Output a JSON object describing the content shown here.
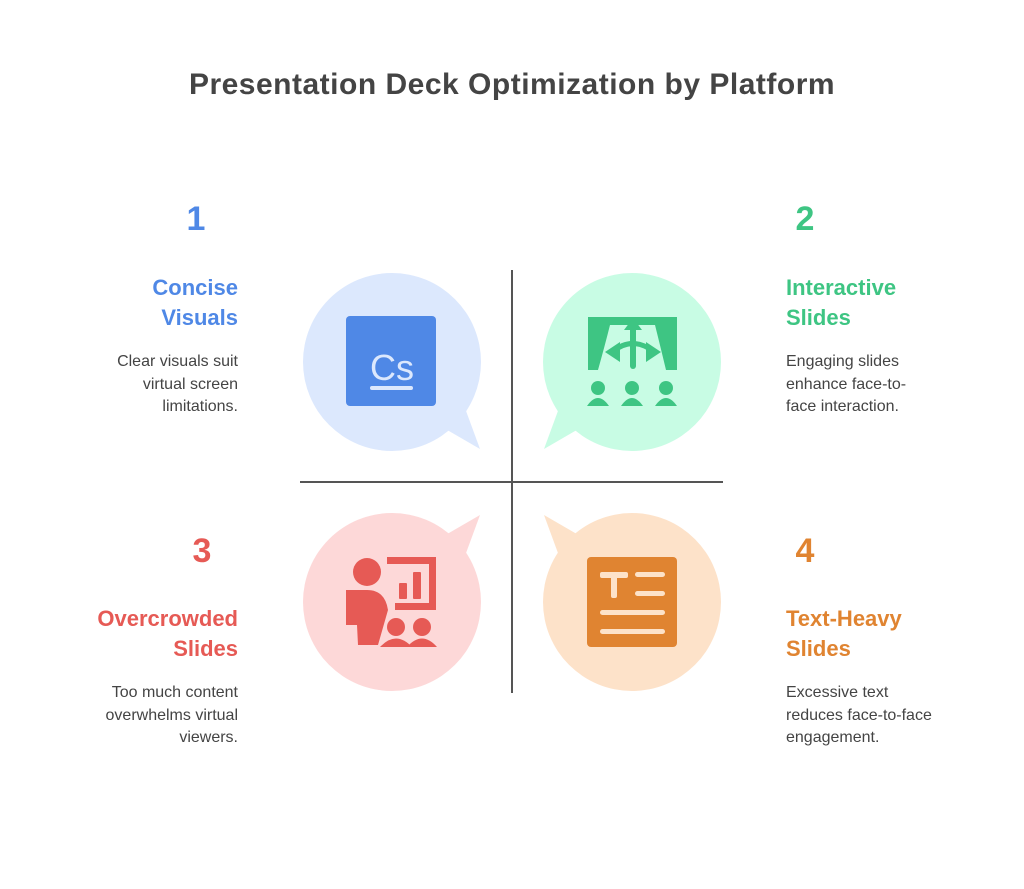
{
  "title": "Presentation Deck Optimization by Platform",
  "colors": {
    "blue": "#4f88e6",
    "green": "#3ec583",
    "red": "#e65a55",
    "orange": "#e08431",
    "text": "#444444"
  },
  "items": [
    {
      "number": "1",
      "title_lines": [
        "Concise",
        "Visuals"
      ],
      "desc_lines": [
        "Clear visuals suit",
        "virtual screen",
        "limitations."
      ],
      "icon": "cs-document-icon"
    },
    {
      "number": "2",
      "title_lines": [
        "Interactive",
        "Slides"
      ],
      "desc_lines": [
        "Engaging slides",
        "enhance face-to-",
        "face interaction."
      ],
      "icon": "stage-audience-icon"
    },
    {
      "number": "3",
      "title_lines": [
        "Overcrowded",
        "Slides"
      ],
      "desc_lines": [
        "Too much content",
        "overwhelms virtual",
        "viewers."
      ],
      "icon": "presenter-chart-icon"
    },
    {
      "number": "4",
      "title_lines": [
        "Text-Heavy",
        "Slides"
      ],
      "desc_lines": [
        "Excessive text",
        "reduces face-to-face",
        "engagement."
      ],
      "icon": "text-document-icon"
    }
  ]
}
